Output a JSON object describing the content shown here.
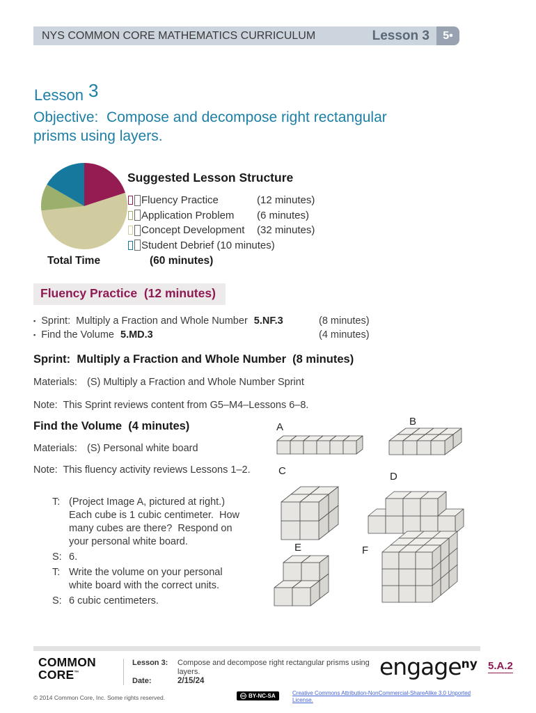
{
  "header": {
    "curriculum": "NYS COMMON CORE MATHEMATICS CURRICULUM",
    "lesson": "Lesson 3",
    "grade_badge": "5•"
  },
  "title": {
    "lesson_word": "Lesson",
    "lesson_number": "3",
    "objective": "Objective:  Compose and decompose right rectangular prisms using layers."
  },
  "chart_data": {
    "type": "pie",
    "title": "Suggested Lesson Structure",
    "segments": [
      {
        "label": "Fluency Practice",
        "time_label": "(12 minutes)",
        "minutes": 12,
        "color": "#951b53",
        "inline_time": false
      },
      {
        "label": "Application Problem",
        "time_label": "(6 minutes)",
        "minutes": 6,
        "color": "#9cb06e",
        "inline_time": false
      },
      {
        "label": "Concept Development",
        "time_label": "(32 minutes)",
        "minutes": 32,
        "color": "#d0cc9f",
        "inline_time": false
      },
      {
        "label": "Student Debrief",
        "time_label": "(10 minutes)",
        "minutes": 10,
        "color": "#17789e",
        "inline_time": true
      }
    ],
    "pie_clockwise_order": [
      0,
      2,
      1,
      3
    ],
    "start_angle_deg": -90,
    "total_minutes": 60,
    "total_label": "Total Time",
    "total_time_label": "(60 minutes)"
  },
  "fluency_section": {
    "banner": "Fluency Practice  (12 minutes)",
    "activities": [
      {
        "text": "Sprint:  Multiply a Fraction and Whole Number",
        "standard": "5.NF.3",
        "time": "(8 minutes)"
      },
      {
        "text": "Find the Volume",
        "standard": "5.MD.3",
        "time": "(4 minutes)"
      }
    ]
  },
  "sprint_section": {
    "heading": "Sprint:  Multiply a Fraction and Whole Number  (8 minutes)",
    "materials_label": "Materials:",
    "materials": "(S) Multiply a Fraction and Whole Number Sprint",
    "note": "Note:  This Sprint reviews content from G5–M4–Lessons 6–8."
  },
  "volume_section": {
    "heading": "Find the Volume  (4 minutes)",
    "materials_label": "Materials:",
    "materials": "(S) Personal white board",
    "note": "Note:  This fluency activity reviews Lessons 1–2.",
    "dialogue": [
      {
        "speaker": "T:",
        "text": "(Project Image A, pictured at right.)  Each cube is 1 cubic centimeter.  How many cubes are there?  Respond on your personal white board."
      },
      {
        "speaker": "S:",
        "text": "6."
      },
      {
        "speaker": "T:",
        "text": "Write the volume on your personal white board with the correct units."
      },
      {
        "speaker": "S:",
        "text": "6 cubic centimeters."
      }
    ]
  },
  "figures": [
    {
      "label": "A",
      "cube_count": 6,
      "cubes": [
        [
          0,
          0,
          0
        ],
        [
          1,
          0,
          0
        ],
        [
          2,
          0,
          0
        ],
        [
          3,
          0,
          0
        ],
        [
          4,
          0,
          0
        ],
        [
          5,
          0,
          0
        ]
      ]
    },
    {
      "label": "B",
      "cube_count": 8,
      "cubes": [
        [
          0,
          1,
          0
        ],
        [
          1,
          1,
          0
        ],
        [
          2,
          1,
          0
        ],
        [
          3,
          1,
          0
        ],
        [
          0,
          0,
          0
        ],
        [
          1,
          0,
          0
        ],
        [
          2,
          0,
          0
        ],
        [
          3,
          0,
          0
        ]
      ]
    },
    {
      "label": "C",
      "cube_count": 8,
      "cubes": [
        [
          0,
          1,
          0
        ],
        [
          1,
          1,
          0
        ],
        [
          0,
          1,
          1
        ],
        [
          1,
          1,
          1
        ],
        [
          0,
          0,
          0
        ],
        [
          1,
          0,
          0
        ],
        [
          0,
          0,
          1
        ],
        [
          1,
          0,
          1
        ]
      ]
    },
    {
      "label": "D",
      "cube_count": 8,
      "cubes": [
        [
          0,
          0,
          0
        ],
        [
          1,
          0,
          0
        ],
        [
          2,
          0,
          0
        ],
        [
          3,
          0,
          0
        ],
        [
          4,
          0,
          0
        ],
        [
          1,
          0,
          1
        ],
        [
          2,
          0,
          1
        ],
        [
          3,
          0,
          1
        ]
      ]
    },
    {
      "label": "E",
      "cube_count": 6,
      "cubes": [
        [
          0,
          1,
          0
        ],
        [
          1,
          1,
          0
        ],
        [
          0,
          0,
          0
        ],
        [
          1,
          0,
          0
        ],
        [
          0,
          1,
          1
        ],
        [
          1,
          1,
          1
        ]
      ]
    },
    {
      "label": "F",
      "cube_count": 27,
      "cubes": [
        [
          0,
          2,
          0
        ],
        [
          1,
          2,
          0
        ],
        [
          2,
          2,
          0
        ],
        [
          0,
          2,
          1
        ],
        [
          1,
          2,
          1
        ],
        [
          2,
          2,
          1
        ],
        [
          0,
          2,
          2
        ],
        [
          1,
          2,
          2
        ],
        [
          2,
          2,
          2
        ],
        [
          0,
          1,
          0
        ],
        [
          1,
          1,
          0
        ],
        [
          2,
          1,
          0
        ],
        [
          0,
          1,
          1
        ],
        [
          1,
          1,
          1
        ],
        [
          2,
          1,
          1
        ],
        [
          0,
          1,
          2
        ],
        [
          1,
          1,
          2
        ],
        [
          2,
          1,
          2
        ],
        [
          0,
          0,
          0
        ],
        [
          1,
          0,
          0
        ],
        [
          2,
          0,
          0
        ],
        [
          0,
          0,
          1
        ],
        [
          1,
          0,
          1
        ],
        [
          2,
          0,
          1
        ],
        [
          0,
          0,
          2
        ],
        [
          1,
          0,
          2
        ],
        [
          2,
          0,
          2
        ]
      ]
    }
  ],
  "footer": {
    "logo_line1": "COMMON",
    "logo_line2": "CORE",
    "lesson_label": "Lesson 3:",
    "lesson_desc": "Compose and decompose right rectangular prisms using layers.",
    "date_label": "Date:",
    "date_value": "2/15/24",
    "engage": "engage",
    "engage_sup": "ny",
    "page_ref": "5.A.2",
    "copyright": "© 2014 Common Core, Inc. Some rights reserved.",
    "cc_circle": "cc",
    "cc_badge": "BY-NC-SA",
    "license_text": "Creative Commons Attribution-NonCommercial-ShareAlike 3.0 Unported License."
  }
}
